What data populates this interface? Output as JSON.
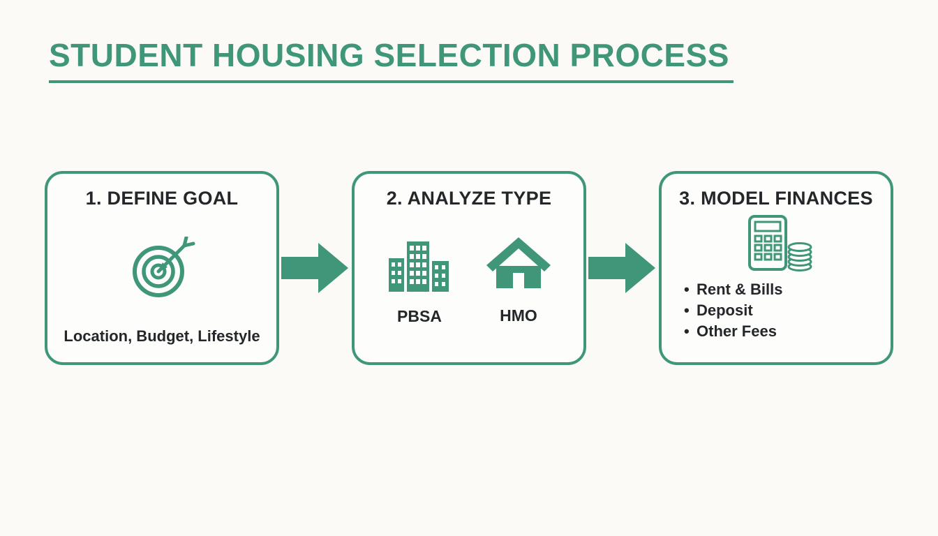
{
  "title": "STUDENT HOUSING SELECTION PROCESS",
  "colors": {
    "accent": "#3f9679",
    "ink": "#24272a",
    "background": "#fbfaf6",
    "box_background": "#fdfdfb"
  },
  "steps": [
    {
      "heading": "1. DEFINE GOAL",
      "icon": "target-icon",
      "description": "Location, Budget, Lifestyle"
    },
    {
      "heading": "2. ANALYZE TYPE",
      "options": [
        {
          "icon": "buildings-icon",
          "label": "PBSA"
        },
        {
          "icon": "house-icon",
          "label": "HMO"
        }
      ]
    },
    {
      "heading": "3. MODEL FINANCES",
      "icon": "calculator-coins-icon",
      "items": [
        "Rent & Bills",
        "Deposit",
        "Other Fees"
      ]
    }
  ],
  "connectors": [
    {
      "icon": "arrow-right-icon"
    },
    {
      "icon": "arrow-right-icon"
    }
  ]
}
